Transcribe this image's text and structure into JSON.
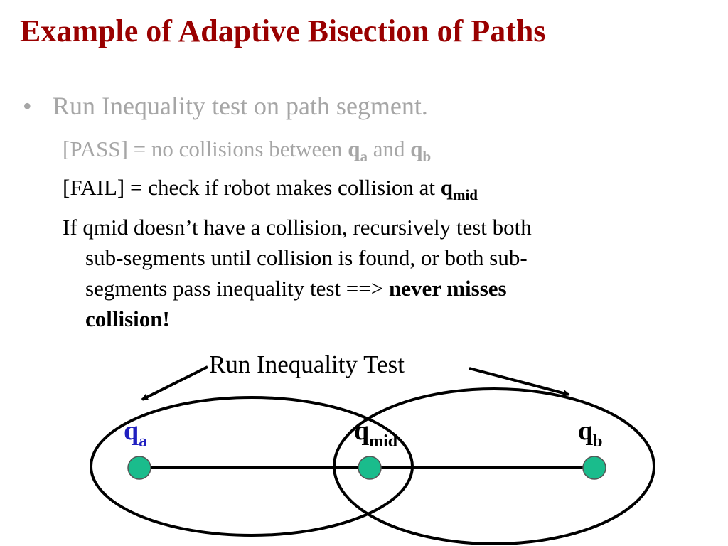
{
  "title": "Example of Adaptive Bisection of Paths",
  "bullet": {
    "symbol": "•",
    "text": "Run Inequality test on path segment."
  },
  "pass_line": {
    "prefix": "[PASS] = no collisions between ",
    "q": "q",
    "a_sub": "a",
    "and": " and ",
    "b_sub": "b"
  },
  "fail_line": {
    "prefix": "[FAIL] = check if robot makes collision at ",
    "q": "q",
    "mid_sub": "mid"
  },
  "paragraph": {
    "line1": "If qmid doesn’t have a collision, recursively test both",
    "line2": "sub-segments until collision is found, or both sub-",
    "line3_normal": "segments pass inequality test ==> ",
    "line3_bold": "never misses",
    "line4_bold": "collision!"
  },
  "diagram": {
    "test_label": "Run Inequality Test",
    "node_a": {
      "q": "q",
      "sub": "a"
    },
    "node_mid": {
      "q": "q",
      "sub": "mid"
    },
    "node_b": {
      "q": "q",
      "sub": "b"
    },
    "colors": {
      "node_fill": "#1abc8c",
      "qa_label": "#2020c0",
      "title": "#990000",
      "grey_text": "#a6a6a6"
    }
  }
}
